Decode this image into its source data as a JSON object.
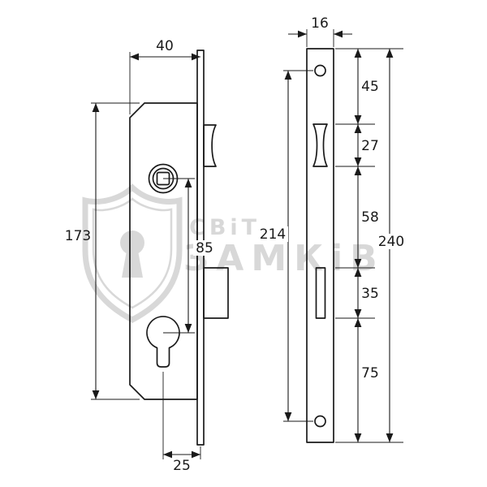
{
  "dimensions": {
    "body_width": "40",
    "faceplate_width": "16",
    "body_height": "173",
    "spindle_to_cylinder": "85",
    "backset": "25",
    "screw_spacing": "214",
    "top_to_latch": "45",
    "latch_cutout_height": "27",
    "latch_to_bolt": "58",
    "bolt_cutout_height": "35",
    "bolt_to_bottom": "75",
    "faceplate_length": "240"
  },
  "watermark": {
    "line1": "СВіТ",
    "line2": "ЗАМКіВ"
  }
}
